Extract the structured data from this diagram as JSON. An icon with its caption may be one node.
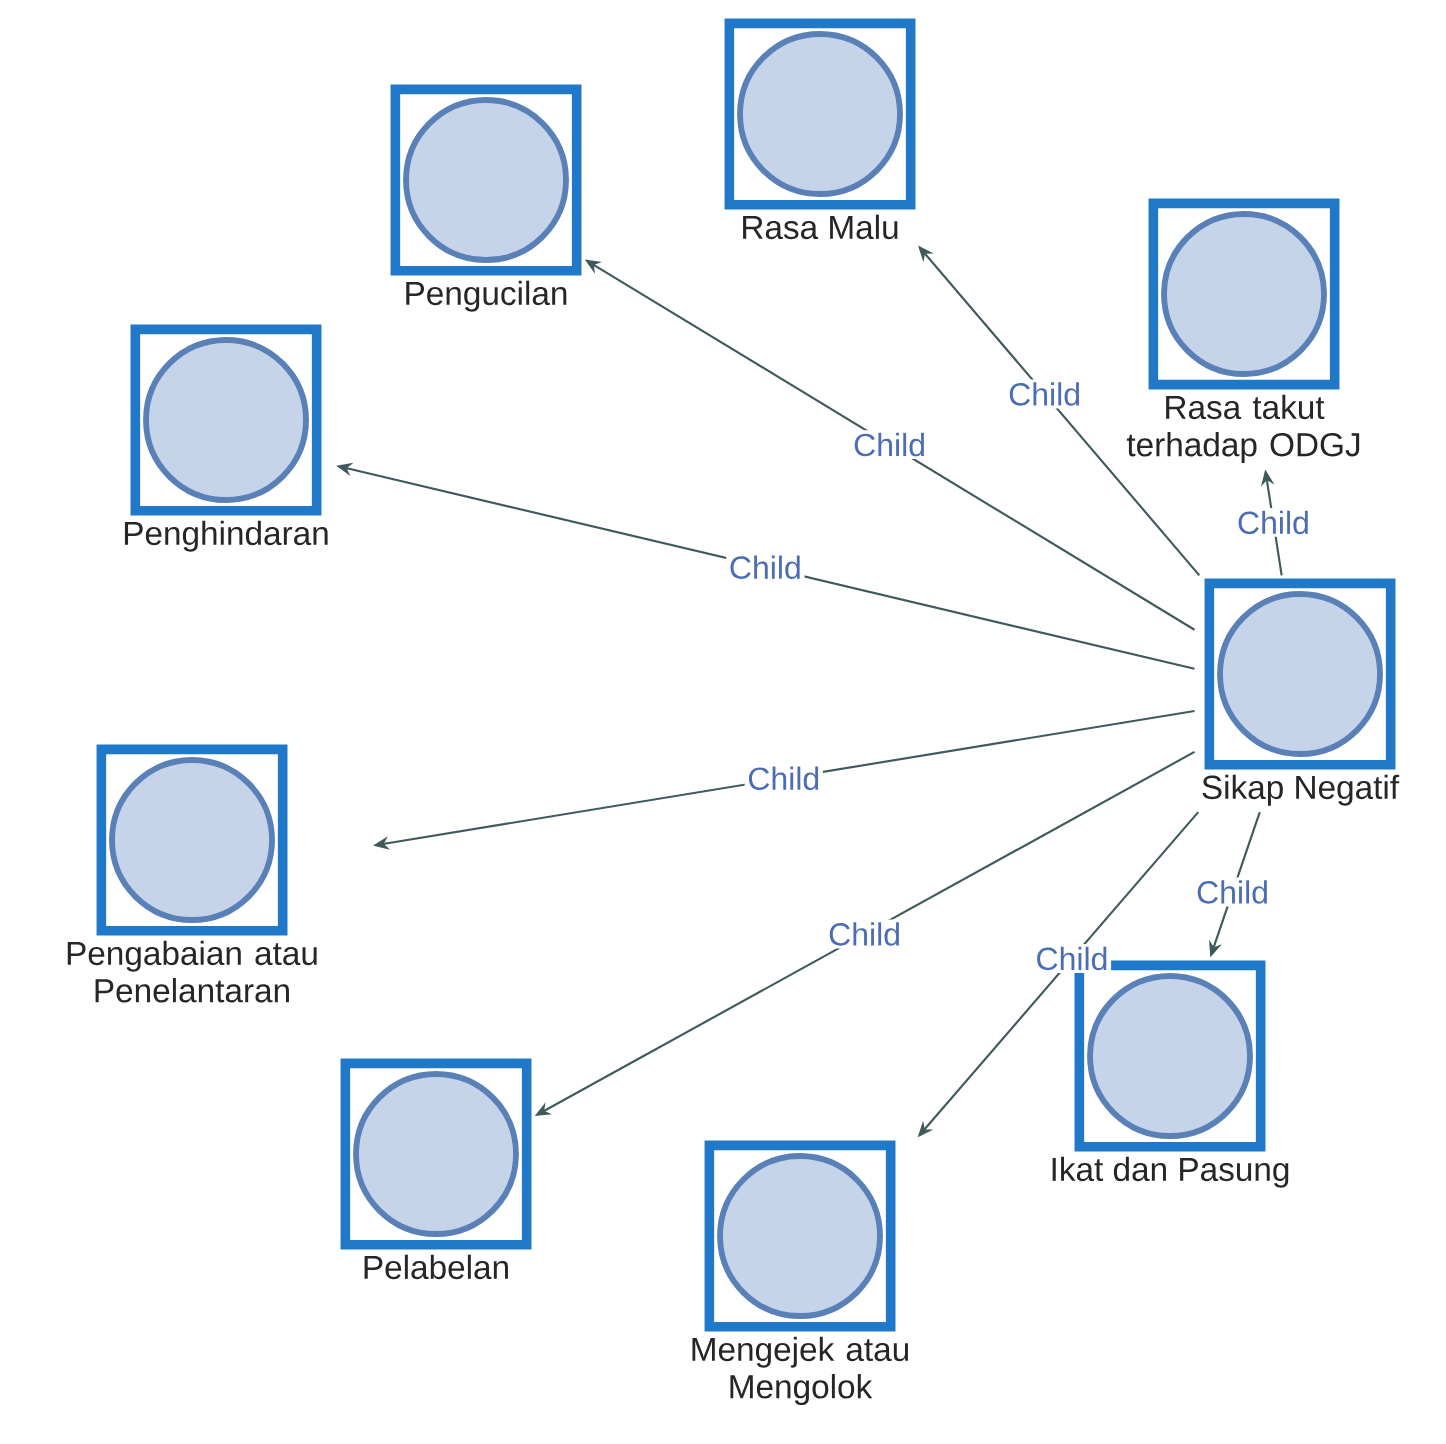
{
  "diagram": {
    "nodes": [
      {
        "text": [
          "Pengucilan"
        ]
      },
      {
        "text": [
          "Rasa Malu"
        ]
      },
      {
        "text": [
          "Rasa takut terhadap ODGJ"
        ]
      },
      {
        "text": [
          "Penghindaran"
        ]
      },
      {
        "text": [
          "Sikap Negatif"
        ]
      },
      {
        "text": [
          "Pengabaian atau Penelantaran"
        ]
      },
      {
        "text": [
          "Pelabelan"
        ]
      },
      {
        "text": [
          "Ikat dan Pasung"
        ]
      },
      {
        "text": [
          "Mengejek atau Mengolok"
        ]
      }
    ],
    "edges": [
      {
        "from": 4,
        "to": 0,
        "arrow": "to",
        "label": "Child"
      },
      {
        "from": 4,
        "to": 1,
        "arrow": "to",
        "label": "Child"
      },
      {
        "from": 4,
        "to": 2,
        "arrow": "to",
        "label": "Child"
      },
      {
        "from": 4,
        "to": 3,
        "arrow": "to",
        "label": "Child"
      },
      {
        "from": 4,
        "to": 5,
        "arrow": "to",
        "label": "Child"
      },
      {
        "from": 4,
        "to": 6,
        "arrow": "to",
        "label": "Child"
      },
      {
        "from": 4,
        "to": 7,
        "arrow": "to",
        "label": "Child"
      },
      {
        "from": 4,
        "to": 8,
        "arrow": "to",
        "label": "Child"
      }
    ]
  }
}
